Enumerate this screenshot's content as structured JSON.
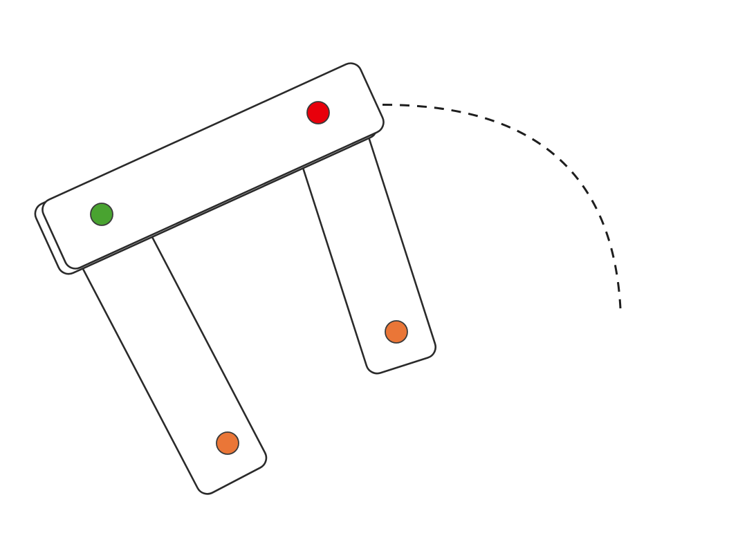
{
  "colors": {
    "background": "#ffffff",
    "outline": "#2a2a2a",
    "pivot_dot": "#e8000b",
    "anchor_dot": "#49a330",
    "end_dot": "#ea7637"
  },
  "parts": {
    "top_bar": {
      "dots": [
        "anchor",
        "pivot"
      ]
    },
    "left_leg": {
      "dots": [
        "end"
      ]
    },
    "right_leg": {
      "dots": [
        "end"
      ]
    }
  },
  "motion_path": {
    "style": "dashed",
    "shape": "quarter-arc"
  }
}
